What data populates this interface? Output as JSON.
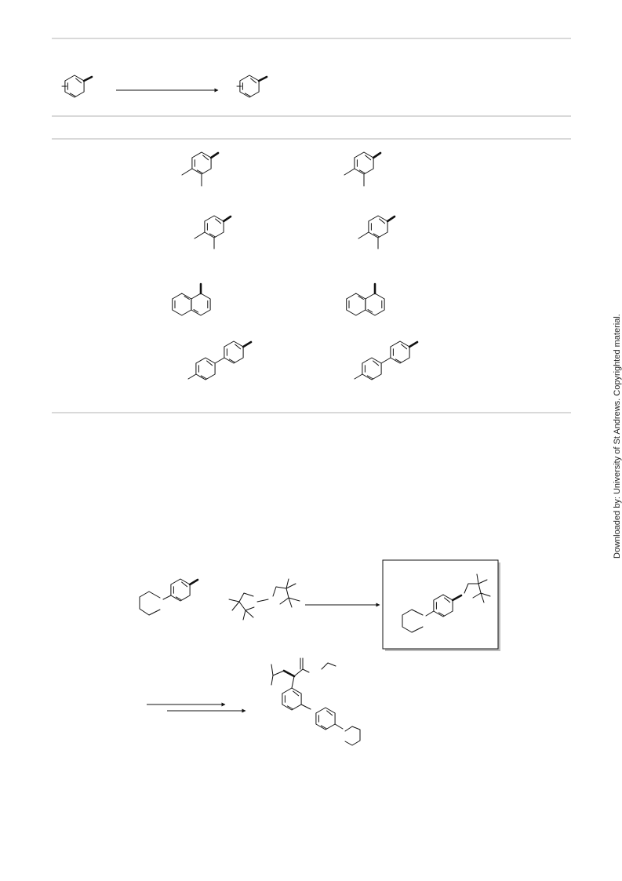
{
  "watermark": "Downloaded by: University of St Andrews. Copyrighted material.",
  "table": {
    "rows": [
      {
        "reactant": "o-xylene-type methylarene",
        "product": "o-xylene-type methylarene"
      },
      {
        "reactant": "o-xylene-type methylarene",
        "product": "o-xylene-type methylarene"
      },
      {
        "reactant": "1-methylnaphthalene",
        "product": "1-methylnaphthalene"
      },
      {
        "reactant": "4,4'-dimethylbiphenyl",
        "product": "4,4'-dimethylbiphenyl"
      }
    ]
  },
  "scheme": {
    "highlighted_product": "boxed aryl boronate"
  }
}
